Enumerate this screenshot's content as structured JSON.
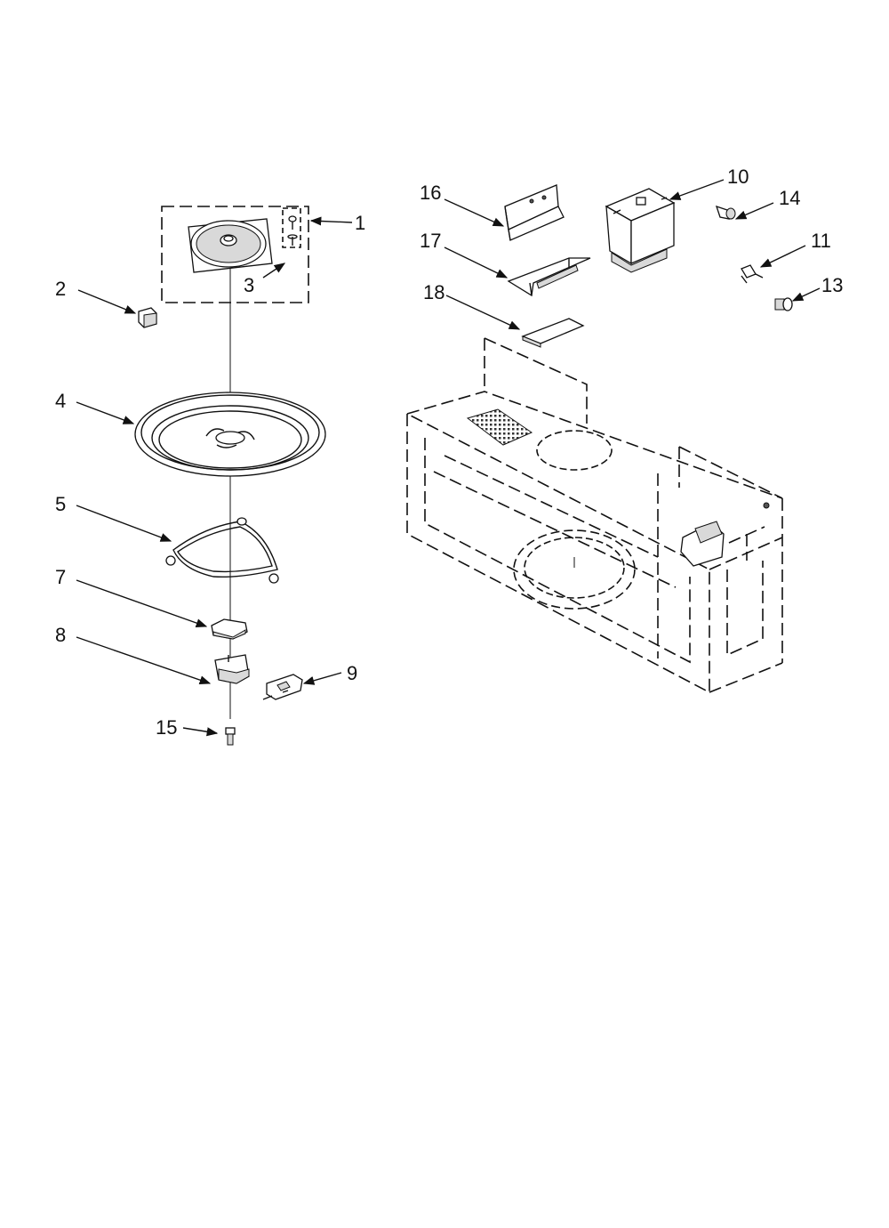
{
  "callouts": {
    "c1": "1",
    "c2": "2",
    "c3": "3",
    "c4": "4",
    "c5": "5",
    "c7": "7",
    "c8": "8",
    "c9": "9",
    "c10": "10",
    "c11": "11",
    "c13": "13",
    "c14": "14",
    "c15": "15",
    "c16": "16",
    "c17": "17",
    "c18": "18"
  },
  "colors": {
    "line": "#111111",
    "background": "#ffffff",
    "shade": "#d9d9d9"
  }
}
